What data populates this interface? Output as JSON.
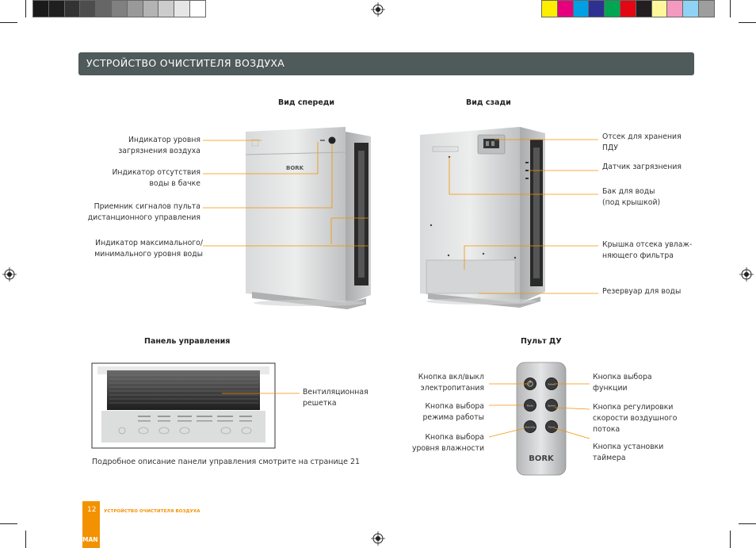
{
  "header": {
    "title": "УСТРОЙСТВО ОЧИСТИТЕЛЯ ВОЗДУХА"
  },
  "swatches": {
    "gray": [
      "#1a1a1a",
      "#1f1f1f",
      "#333333",
      "#4d4d4d",
      "#666666",
      "#808080",
      "#999999",
      "#b3b3b3",
      "#cccccc",
      "#e6e6e6",
      "#ffffff"
    ],
    "color": [
      "#ffed00",
      "#e6007e",
      "#00a0e3",
      "#2e3192",
      "#00a651",
      "#e30613",
      "#231f20",
      "#fff799",
      "#f49ac1",
      "#8fd3f4",
      "#9e9e9e"
    ]
  },
  "front": {
    "caption": "Вид спереди",
    "labels": [
      "Индикатор уровня\nзагрязнения воздуха",
      "Индикатор отсутствия\nводы в бачке",
      "Приемник сигналов пульта\nдистанционного управления",
      "Индикатор максимального/\nминимального уровня воды"
    ],
    "brand": "BORK"
  },
  "back": {
    "caption": "Вид сзади",
    "labels": [
      "Отсек для хранения\nПДУ",
      "Датчик загрязнения",
      "Бак для воды\n(под крышкой)",
      "Крышка отсека увлаж-\nняющего фильтра",
      "Резервуар для воды"
    ]
  },
  "panel": {
    "caption": "Панель управления",
    "label": "Вентиляционная\nрешетка",
    "footnote": "Подробное описание панели управления смотрите на странице 21"
  },
  "remote": {
    "caption": "Пульт ДУ",
    "left_labels": [
      "Кнопка вкл/выкл\nэлектропитания",
      "Кнопка выбора\nрежима работы",
      "Кнопка выбора\nуровня влажности"
    ],
    "right_labels": [
      "Кнопка выбора\nфункции",
      "Кнопка регулировки\nскорости воздушного\nпотока",
      "Кнопка установки\nтаймера"
    ],
    "buttons": [
      "Select",
      "Mode",
      "Speed",
      "Humidity",
      "Timer"
    ],
    "brand": "BORK"
  },
  "footer": {
    "page_number": "12",
    "section": "УСТРОЙСТВО ОЧИСТИТЕЛЯ ВОЗДУХА",
    "brand": "MAN"
  },
  "colors": {
    "accent": "#f39200",
    "header_bg": "#4f5a5a"
  }
}
